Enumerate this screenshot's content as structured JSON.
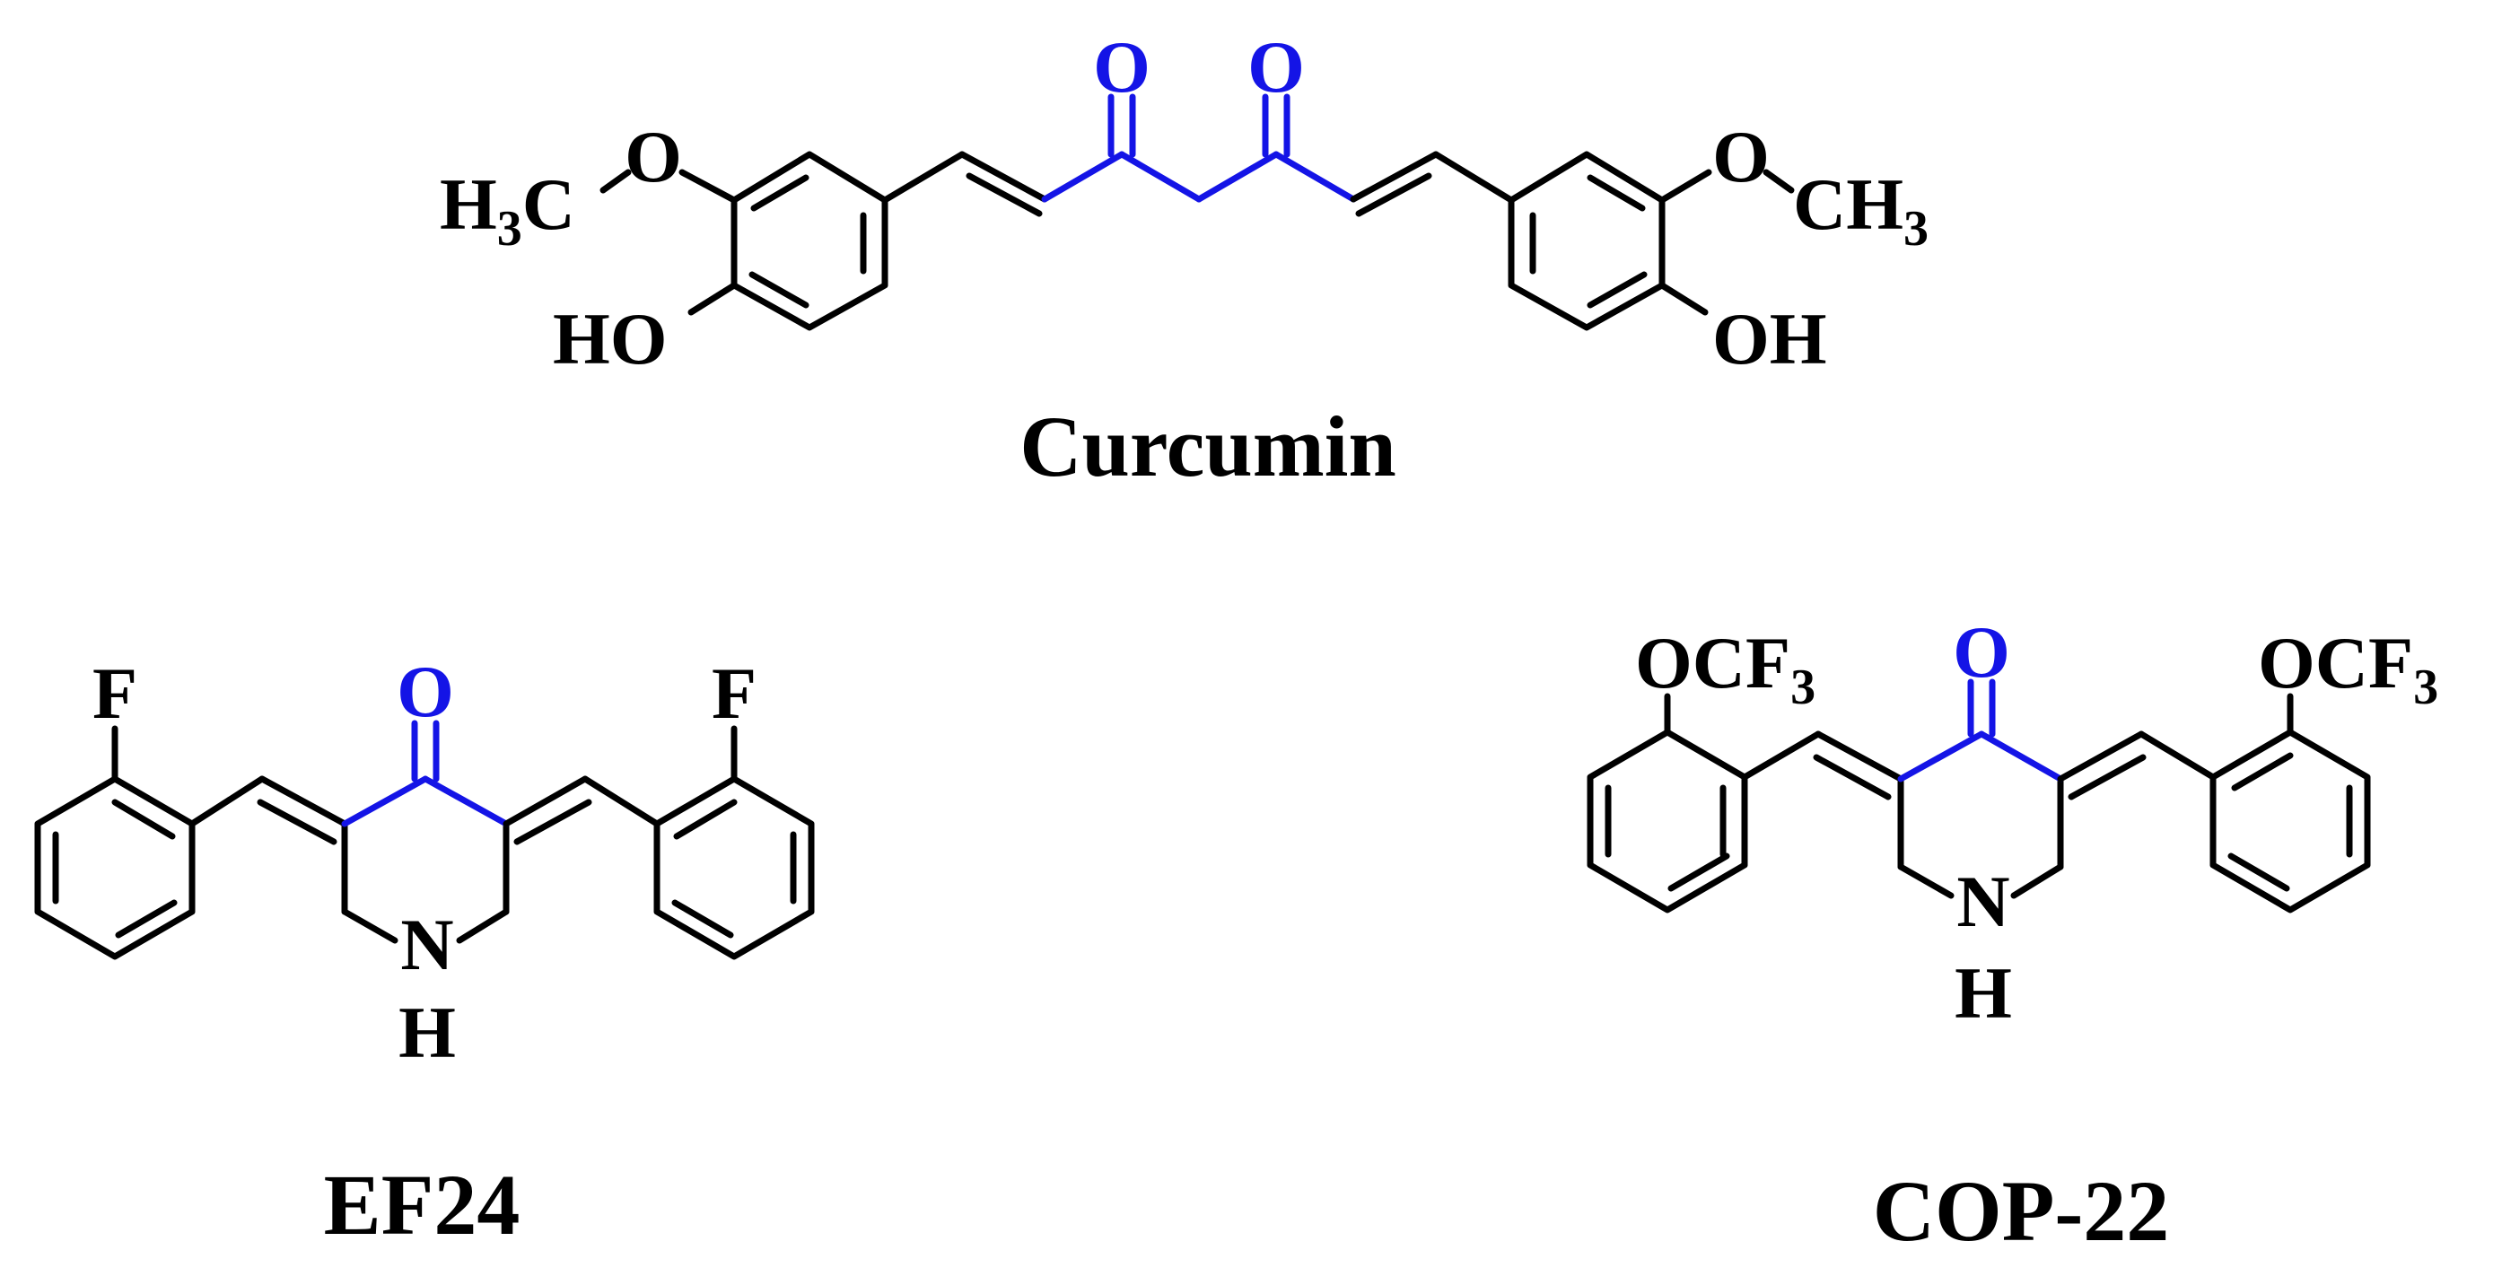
{
  "colors": {
    "bond": "#000000",
    "highlight": "#1414e6",
    "background": "#ffffff"
  },
  "curcumin": {
    "name": "Curcumin",
    "oxygen": "O",
    "h3c_main": "H",
    "h3c_sub": "3",
    "h3c_tail": "C",
    "methoxy_o": "O",
    "ho_left": "HO",
    "methoxy_o_right": "O",
    "ch3_main": "CH",
    "ch3_sub": "3",
    "oh_right": "OH"
  },
  "ef24": {
    "name": "EF24",
    "oxygen": "O",
    "fluorine": "F",
    "nitrogen": "N",
    "hydrogen": "H"
  },
  "cop22": {
    "name": "COP-22",
    "oxygen": "O",
    "ocf3_main": "OCF",
    "ocf3_sub": "3",
    "nitrogen": "N",
    "hydrogen": "H"
  }
}
